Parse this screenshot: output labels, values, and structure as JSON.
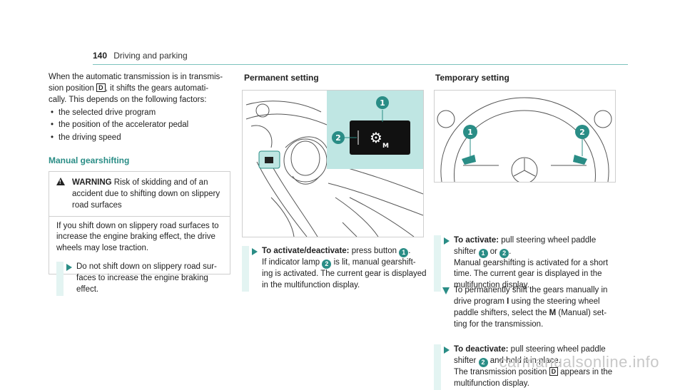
{
  "header": {
    "page_number": "140",
    "section": "Driving and parking"
  },
  "intro": {
    "text_a": "When the automatic transmission is in transmis-",
    "text_b": "sion position ",
    "gear_d": "D",
    "text_c": ", it shifts the gears automati-",
    "text_d": "cally. This depends on the following factors:",
    "bullets": [
      "the selected drive program",
      "the position of the accelerator pedal",
      "the driving speed"
    ]
  },
  "manual_heading": "Manual gearshifting",
  "warning": {
    "label": "WARNING",
    "line1": " Risk of skidding and of an",
    "line2": "accident due to shifting down on slippery",
    "line3": "road surfaces",
    "body": [
      "If you shift down on slippery road surfaces to",
      "increase the engine braking effect, the drive",
      "wheels may lose traction."
    ],
    "step": [
      "Do not shift down on slippery road sur-",
      "faces to increase the engine braking",
      "effect."
    ]
  },
  "permanent": {
    "heading": "Permanent setting",
    "step_label": "To activate/deactivate:",
    "step_text1": " press button ",
    "callout1": "1",
    "step_text2": ".",
    "line2a": "If indicator lamp ",
    "callout2": "2",
    "line2b": " is lit, manual gearshift-",
    "line3": "ing is activated. The current gear is displayed",
    "line4": "in the multifunction display.",
    "fig_callouts": [
      "1",
      "2"
    ],
    "fig_button_letter": "M"
  },
  "temporary": {
    "heading": "Temporary setting",
    "fig_callouts": [
      "1",
      "2"
    ],
    "activate_label": "To activate:",
    "activate_l1": " pull steering wheel paddle",
    "activate_l2a": "shifter ",
    "activate_c1": "1",
    "activate_or": " or ",
    "activate_c2": "2",
    "activate_l2b": ".",
    "activate_l3": "Manual gearshifting is activated for a short",
    "activate_l4": "time. The current gear is displayed in the",
    "activate_l5": "multifunction display.",
    "deactivate_label": "To deactivate:",
    "deactivate_l1": " pull steering wheel paddle",
    "deactivate_l2a": "shifter ",
    "deactivate_c": "2",
    "deactivate_l2b": " and hold it in place.",
    "deactivate_l3a": "The transmission position ",
    "deactivate_d": "D",
    "deactivate_l3b": " appears in the",
    "deactivate_l4": "multifunction display.",
    "note_l1": "To permanently shift the gears manually in",
    "note_l2a": "drive program ",
    "note_l2b": "I",
    "note_l2c": " using the steering wheel",
    "note_l3a": "paddle shifters, select the ",
    "note_l3b": "M",
    "note_l3c": " (Manual) set-",
    "note_l4": "ting for the transmission."
  },
  "watermark": "carmanualsonline.info"
}
